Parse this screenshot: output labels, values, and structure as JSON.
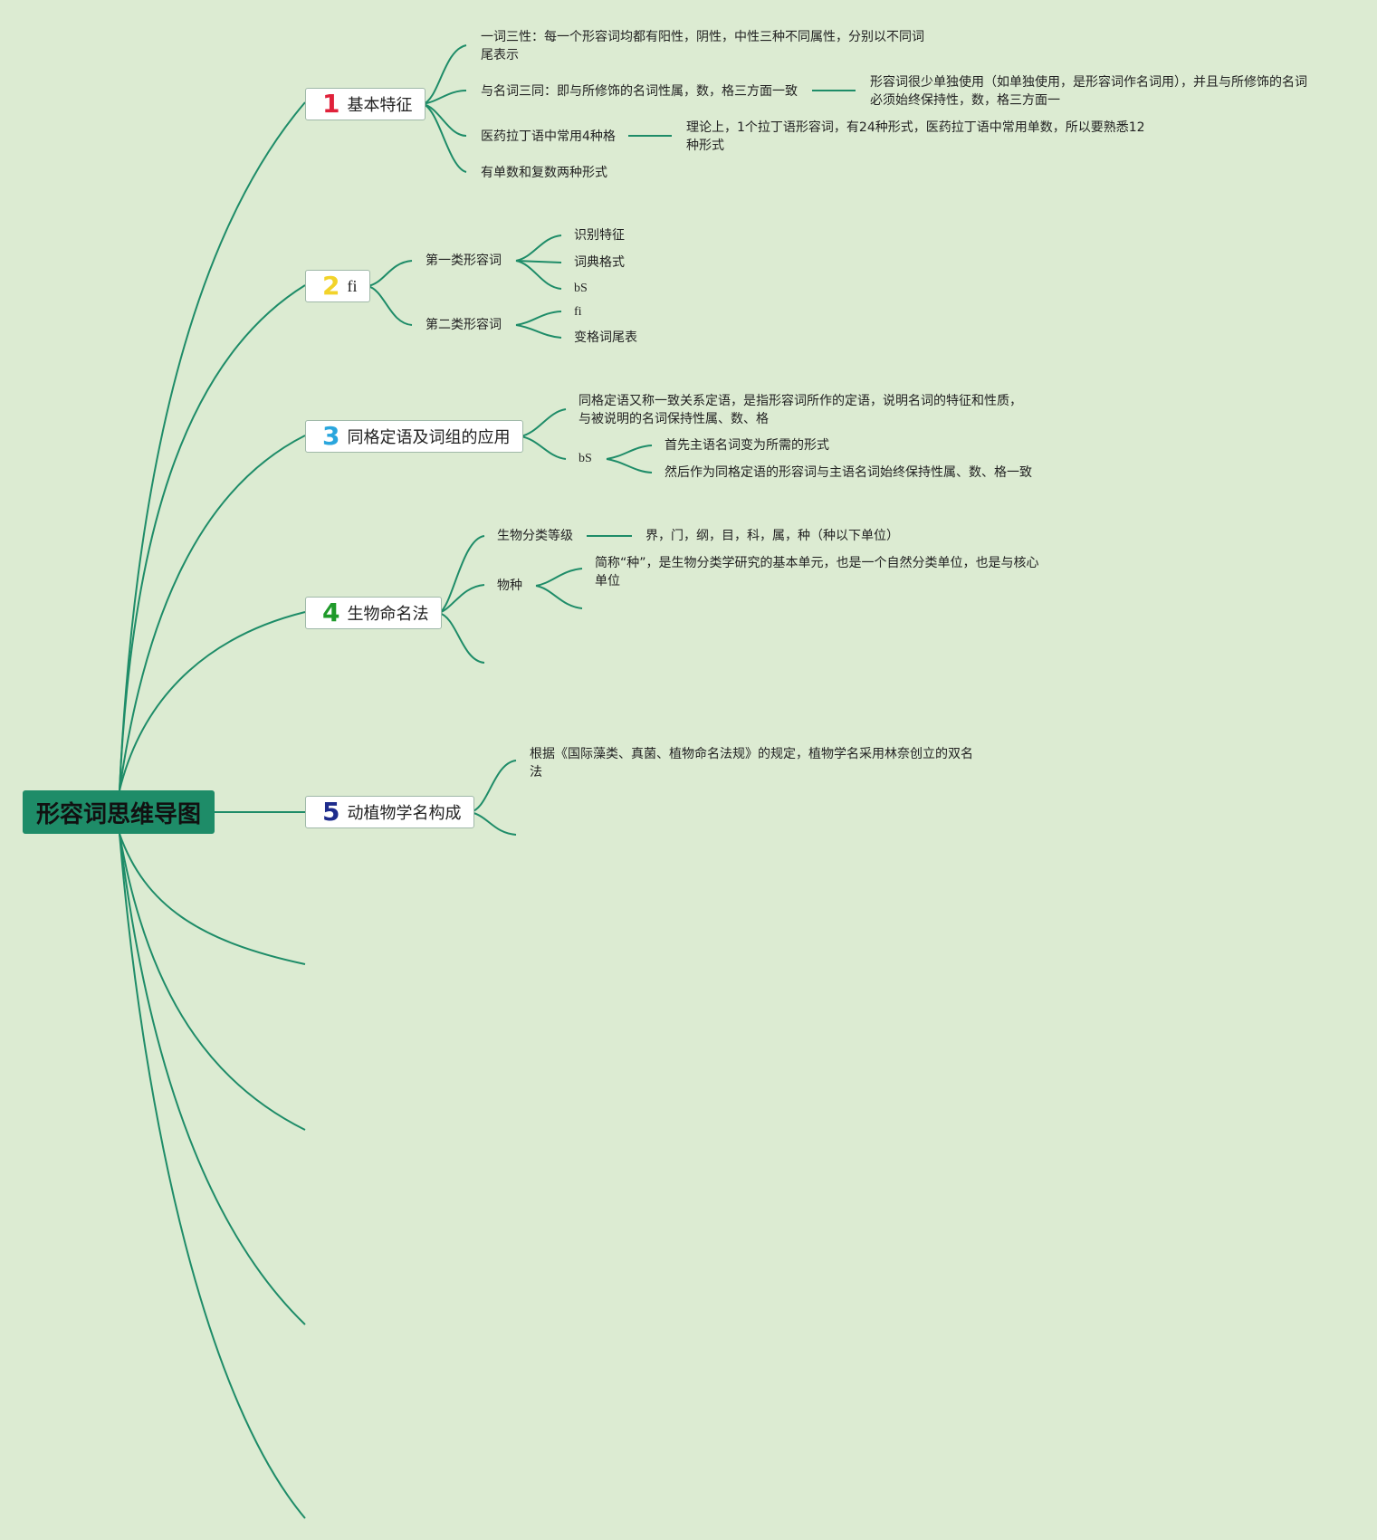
{
  "root": {
    "title": "形容词思维导图"
  },
  "colors": {
    "line": "#1e8c68",
    "background": "#dcebd2",
    "root_fill": "#1e8c68"
  },
  "topics": [
    {
      "num": "1",
      "num_color": "#e0213a",
      "label": "基本特征"
    },
    {
      "num": "2",
      "num_color": "#f2d32a",
      "label": "fi"
    },
    {
      "num": "3",
      "num_color": "#2aa6dd",
      "label": "同格定语及词组的应用"
    },
    {
      "num": "4",
      "num_color": "#1f9a2a",
      "label": "生物命名法"
    },
    {
      "num": "5",
      "num_color": "#1d2b8c",
      "label": "动植物学名构成"
    }
  ],
  "t1": {
    "a_line1": "一词三性：每一个形容词均都有阳性，阴性，中性三种不同属性，分别以不同词",
    "a_line2": "尾表示",
    "b": "与名词三同：即与所修饰的名词性属，数，格三方面一致",
    "b_detail_line1": "形容词很少单独使用（如单独使用，是形容词作名词用），并且与所修饰的名词",
    "b_detail_line2": "必须始终保持性，数，格三方面一",
    "c": "医药拉丁语中常用4种格",
    "c_detail_line1": "理论上，1个拉丁语形容词，有24种形式，医药拉丁语中常用单数，所以要熟悉12",
    "c_detail_line2": "种形式",
    "d": "有单数和复数两种形式"
  },
  "t2": {
    "class1": "第一类形容词",
    "class1_items": [
      "识别特征",
      "词典格式",
      "bS"
    ],
    "class2": "第二类形容词",
    "class2_items": [
      "fi",
      "变格词尾表"
    ]
  },
  "t3": {
    "def_line1": "同格定语又称一致关系定语，是指形容词所作的定语，说明名词的特征和性质，",
    "def_line2": "与被说明的名词保持性属、数、格",
    "bs": "bS",
    "bs_items": [
      "首先主语名词变为所需的形式",
      "然后作为同格定语的形容词与主语名词始终保持性属、数、格一致"
    ]
  },
  "t4": {
    "rank": "生物分类等级",
    "rank_detail": "界，门，纲，目，科，属，种（种以下单位）",
    "species": "物种",
    "species_line1": "简称“种”，是生物分类学研究的基本单元，也是一个自然分类单位，也是与核心",
    "species_line2": "单位"
  },
  "t5": {
    "rule_line1": "根据《国际藻类、真菌、植物命名法规》的规定，植物学名采用林奈创立的双名",
    "rule_line2": "法"
  }
}
